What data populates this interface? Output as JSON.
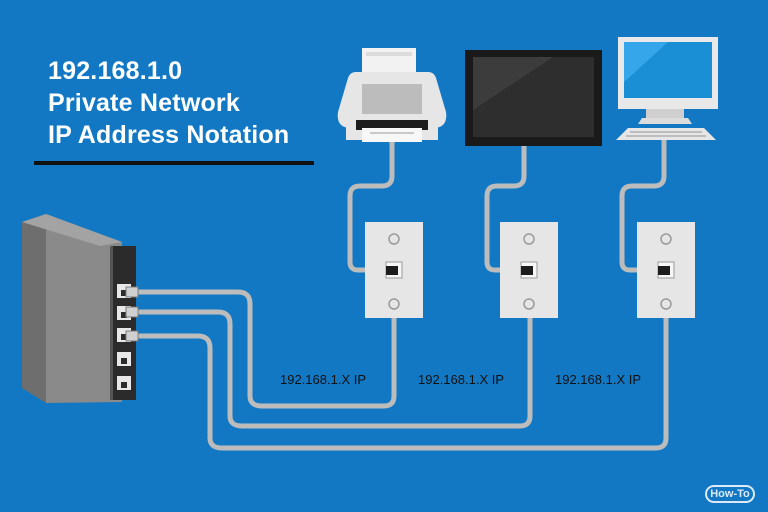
{
  "title": {
    "line1": "192.168.1.0",
    "line2": "Private Network",
    "line3": "IP Address Notation"
  },
  "ip_labels": [
    "192.168.1.X IP",
    "192.168.1.X IP",
    "192.168.1.X IP"
  ],
  "icons": [
    "router-icon",
    "printer-icon",
    "monitor-icon",
    "desktop-computer-icon",
    "wall-jack-icon",
    "ethernet-cable"
  ],
  "logo": {
    "text": "How-To"
  },
  "colors": {
    "background": "#1278c4",
    "cable": "#bcbcbc",
    "wall_plate": "#e6e6e6",
    "router": "#8a8a8a",
    "text": "#111111",
    "title": "#ffffff"
  }
}
